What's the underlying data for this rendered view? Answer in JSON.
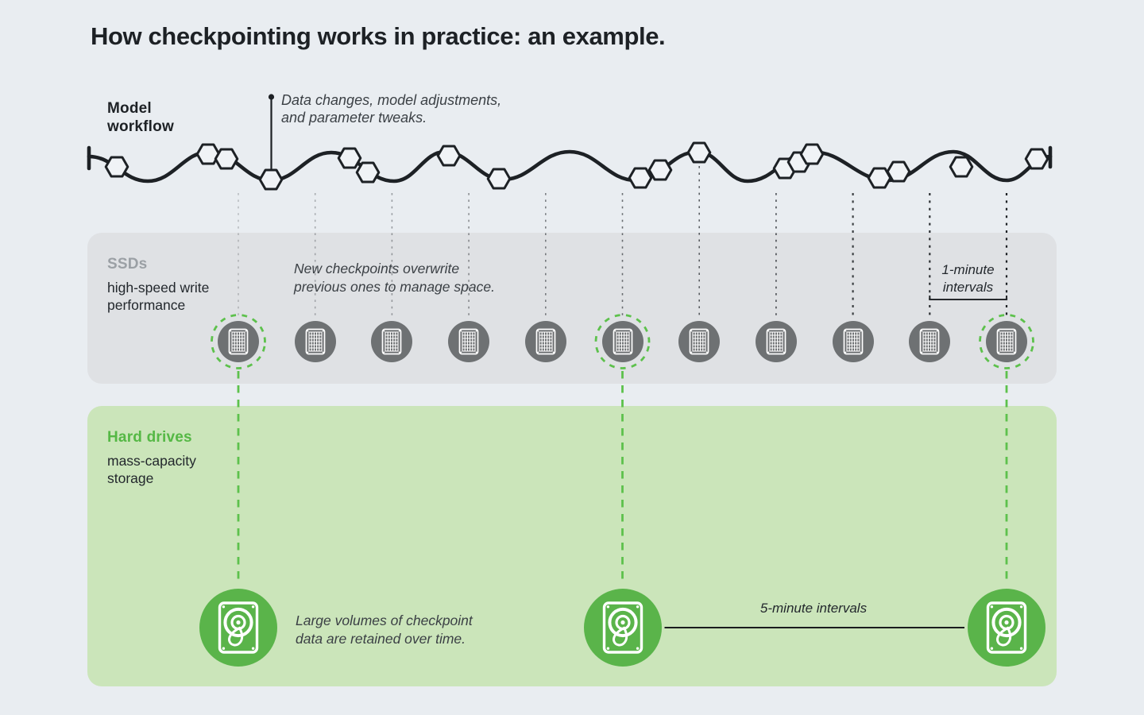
{
  "title": "How checkpointing works in practice: an example.",
  "workflow": {
    "label": "Model\nworkflow",
    "annotation": "Data changes, model adjustments,\nand parameter tweaks."
  },
  "ssd": {
    "label": "SSDs",
    "sublabel": "high-speed write\nperformance",
    "note": "New checkpoints overwrite\nprevious ones to manage space.",
    "interval_label": "1-minute\nintervals",
    "count": 11,
    "highlighted": [
      0,
      5,
      10
    ]
  },
  "hdd": {
    "label": "Hard drives",
    "sublabel": "mass-capacity\nstorage",
    "note": "Large volumes of checkpoint\ndata are retained over time.",
    "interval_label": "5-minute intervals",
    "count": 3
  },
  "icons": {
    "ssd": "ssd-chip-icon",
    "hdd": "hard-drive-icon",
    "marker": "checkpoint-hexagon-icon"
  },
  "colors": {
    "background": "#e9edf1",
    "ssd_band": "#dfe1e4",
    "ssd_circle": "#6e7173",
    "hdd_band": "#cbe5ba",
    "green": "#5ab44a",
    "green_dash": "#5dc14c",
    "green_label": "#55b845",
    "ink": "#1d2125",
    "gray_label": "#9ba0a5",
    "annotation_text": "#3b4045"
  }
}
